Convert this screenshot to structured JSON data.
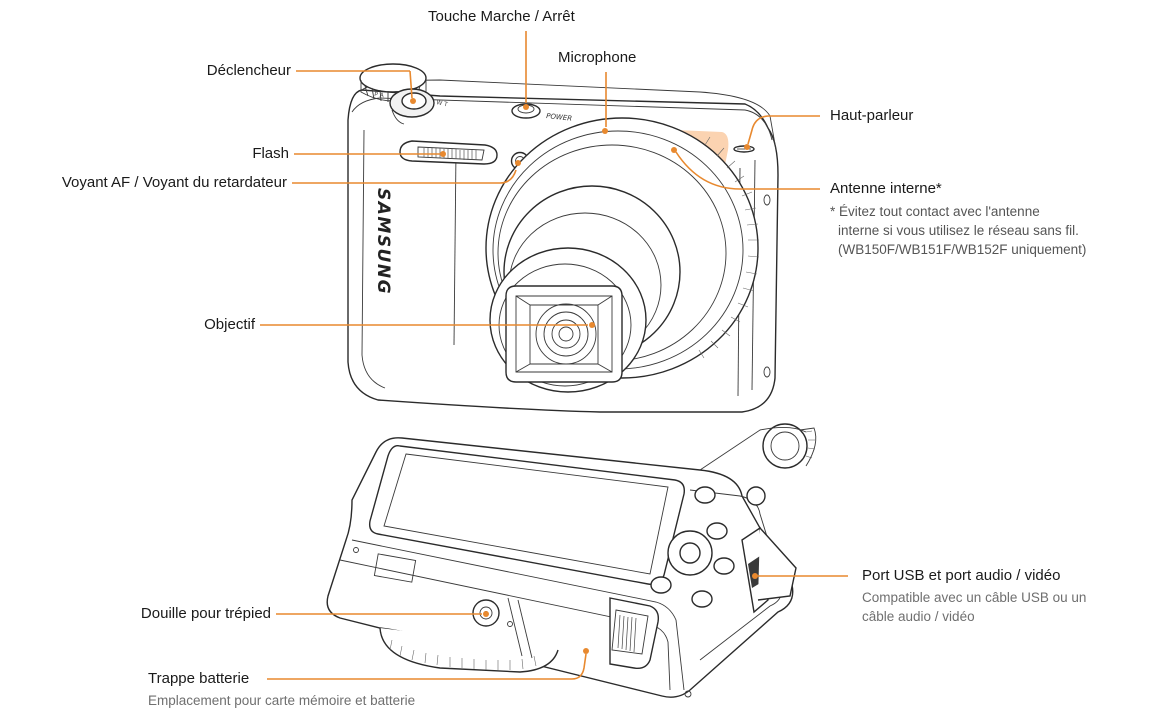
{
  "labels": {
    "power": "Touche Marche / Arrêt",
    "microphone": "Microphone",
    "shutter": "Déclencheur",
    "speaker": "Haut-parleur",
    "flash": "Flash",
    "af_lamp": "Voyant AF / Voyant du retardateur",
    "antenna": "Antenne interne*",
    "antenna_note_1": "* Évitez tout contact avec l'antenne",
    "antenna_note_2": "interne si vous utilisez le réseau sans fil.",
    "antenna_note_3": "(WB150F/WB151F/WB152F uniquement)",
    "lens": "Objectif",
    "usb_port": "Port USB et port audio / vidéo",
    "usb_port_sub_1": "Compatible avec un câble USB ou un",
    "usb_port_sub_2": "câble audio / vidéo",
    "tripod": "Douille pour trépied",
    "battery": "Trappe batterie",
    "battery_sub": "Emplacement pour carte mémoire et batterie"
  },
  "camera": {
    "brand": "SAMSUNG",
    "power_marking": "POWER"
  },
  "colors": {
    "leader": "#e8892f",
    "antenna_highlight": "#fbd3b1",
    "outline": "#2b2b2b"
  }
}
